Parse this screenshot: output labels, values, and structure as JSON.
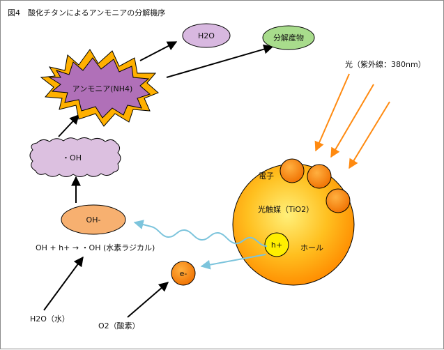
{
  "figure": {
    "title": "図4　酸化チタンによるアンモニアの分解機序"
  },
  "labels": {
    "light": "光（紫外線：380nm）",
    "sphere_name": "光触媒（TiO2）",
    "electrons": "電子",
    "hole_symbol": "h+",
    "hole_label": "ホール",
    "electron_symbol": "e-",
    "hydroxide": "OH-",
    "radical": "・OH",
    "ammonia": "アンモニア(NH4)",
    "h2o_product": "H2O",
    "decomposition": "分解産物",
    "reaction": "OH + h+ → ・OH (水素ラジカル)",
    "water": "H2O（水）",
    "oxygen": "O2（酸素）"
  },
  "colors": {
    "photocatalyst_center": "#ffe060",
    "photocatalyst_edge": "#ff8a00",
    "electron_fill": "#ff7a00",
    "hole_fill": "#ffee00",
    "ammonia_fill": "#b070b8",
    "ammonia_spikes": "#ffb000",
    "radical_fill": "#dcc0e0",
    "h2o_fill": "#d8b8e0",
    "decomp_fill": "#a8dc8c",
    "hydroxide_fill": "#f7b070",
    "uv_arrow": "#ff8a10",
    "wave": "#7cc4dc"
  }
}
